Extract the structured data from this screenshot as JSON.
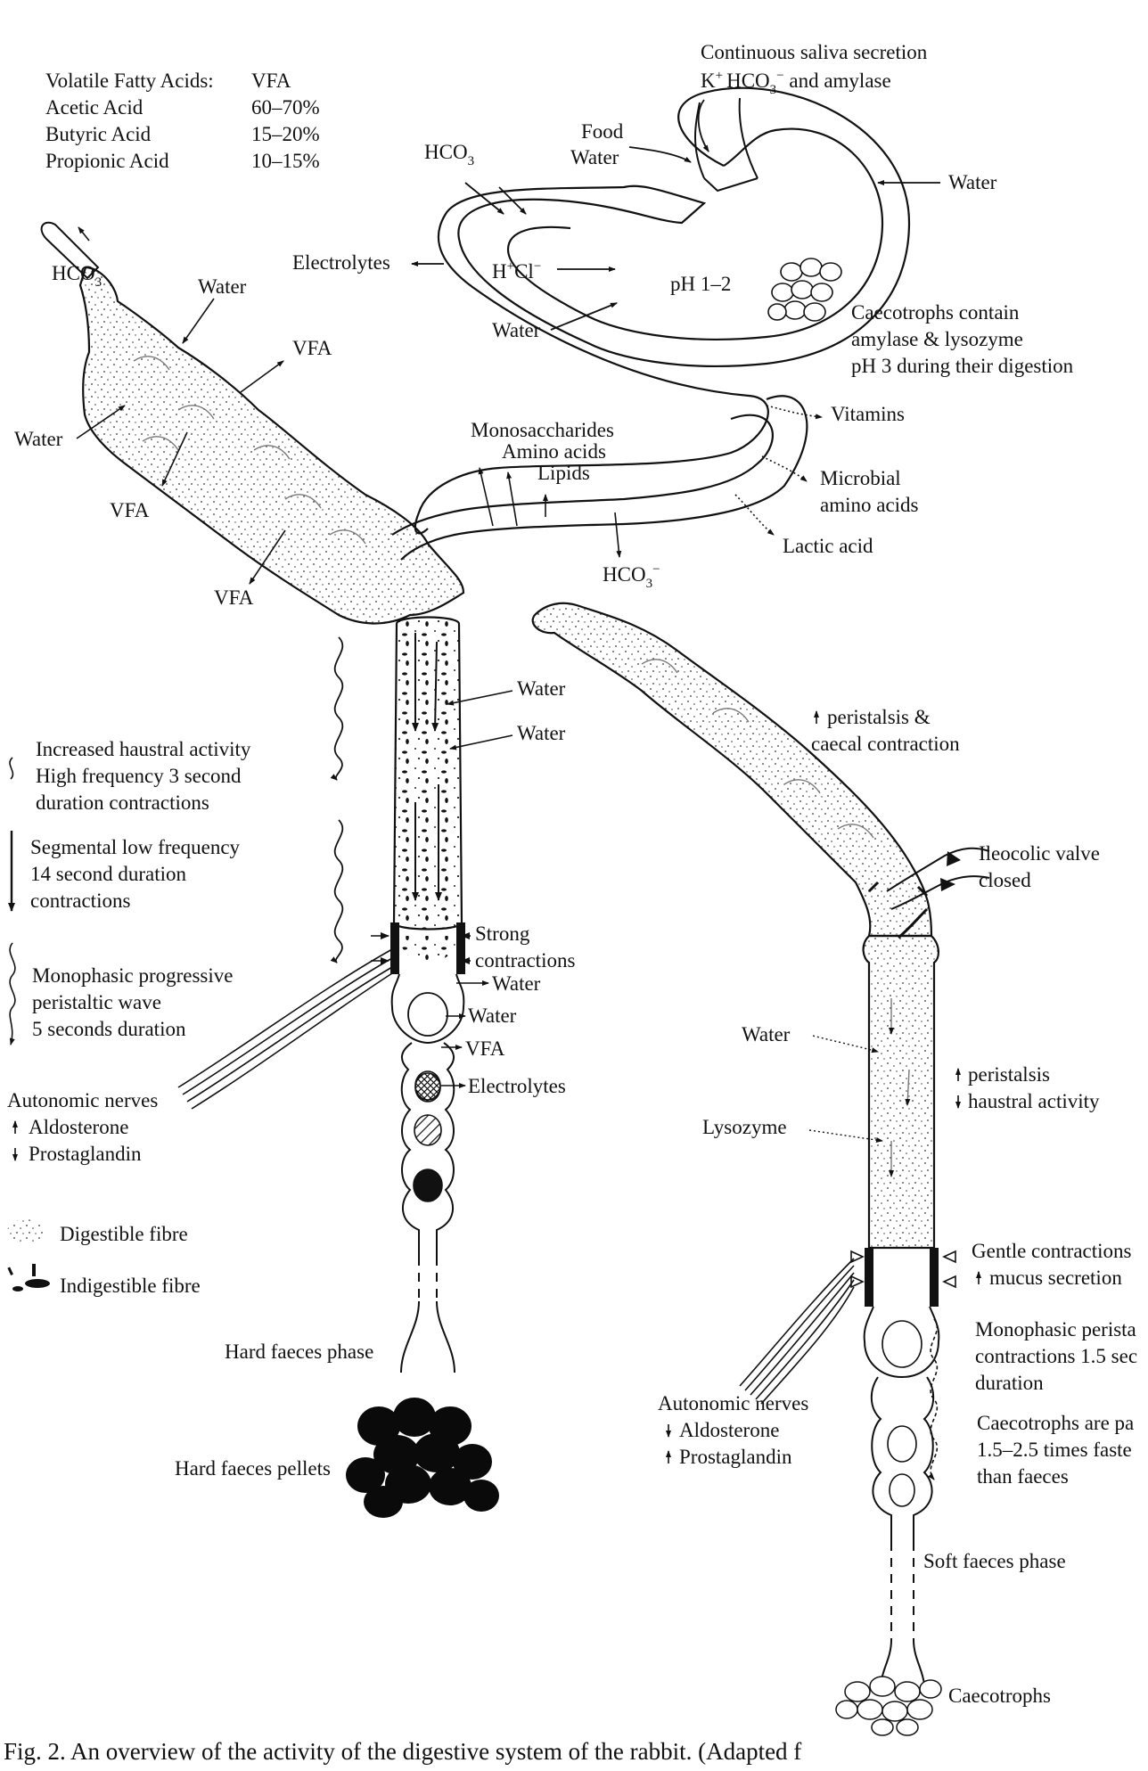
{
  "vfa_table": {
    "header_name": "Volatile Fatty Acids:",
    "header_value": "VFA",
    "rows": [
      {
        "name": "Acetic Acid",
        "value": "60–70%"
      },
      {
        "name": "Butyric Acid",
        "value": "15–20%"
      },
      {
        "name": "Propionic Acid",
        "value": "10–15%"
      }
    ]
  },
  "stomach": {
    "saliva_line1": "Continuous saliva secretion",
    "saliva_line2_k": "K",
    "saliva_line2_plus": "+",
    "saliva_line2_hco": "HCO",
    "saliva_line2_sub": "3",
    "saliva_line2_minus": "−",
    "saliva_line2_rest": " and amylase",
    "food": "Food",
    "water_in": "Water",
    "hco3": "HCO",
    "hco3_sub": "3",
    "water_right": "Water",
    "electrolytes": "Electrolytes",
    "hcl_h": "H",
    "hcl_plus": "+",
    "hcl_cl": "Cl",
    "hcl_minus": "−",
    "ph": "pH 1–2",
    "water_inner": "Water",
    "caeco_line1": "Caecotrophs contain",
    "caeco_line2": "amylase & lysozyme",
    "caeco_line3": "pH 3 during their digestion"
  },
  "small_intestine": {
    "vitamins": "Vitamins",
    "monosaccharides": "Monosaccharides",
    "amino_acids": "Amino acids",
    "lipids": "Lipids",
    "microbial_line1": "Microbial",
    "microbial_line2": "amino acids",
    "lactic": "Lactic acid",
    "hco3": "HCO",
    "hco3_sub": "3",
    "hco3_minus": "−"
  },
  "caecum_left": {
    "hco3_tip": "HCO",
    "hco3_tip_sub": "3",
    "water_top": "Water",
    "vfa_1": "VFA",
    "water_left": "Water",
    "vfa_2": "VFA",
    "vfa_3": "VFA"
  },
  "colon_left": {
    "water_1": "Water",
    "water_2": "Water",
    "strong_line1": "Strong",
    "strong_line2": "contractions",
    "water_3": "Water",
    "water_4": "Water",
    "vfa": "VFA",
    "electrolytes": "Electrolytes",
    "hard_phase": "Hard faeces phase",
    "hard_pellets": "Hard faeces pellets"
  },
  "legend_left": {
    "haustral_line1": "Increased haustral activity",
    "haustral_line2": "High frequency 3 second",
    "haustral_line3": "duration contractions",
    "segmental_line1": "Segmental low frequency",
    "segmental_line2": "14 second duration",
    "segmental_line3": "contractions",
    "mono_line1": "Monophasic progressive",
    "mono_line2": "peristaltic wave",
    "mono_line3": "5 seconds duration",
    "autonomic": "Autonomic nerves",
    "aldosterone": "Aldosterone",
    "prostaglandin": "Prostaglandin",
    "digestible": "Digestible fibre",
    "indigestible": "Indigestible fibre"
  },
  "right_side": {
    "peristalsis_top_line1": "peristalsis &",
    "peristalsis_top_line2": "caecal contraction",
    "ileocolic_line1": "Ileocolic valve",
    "ileocolic_line2": "closed",
    "water": "Water",
    "peristalsis_mid": "peristalsis",
    "haustral_mid": "haustral activity",
    "lysozyme": "Lysozyme",
    "gentle_line1": "Gentle contractions",
    "gentle_line2": "mucus secretion",
    "mono_line1": "Monophasic perista",
    "mono_line2": "contractions 1.5 sec",
    "mono_line3": "duration",
    "caeco_line1": "Caecotrophs are pa",
    "caeco_line2": "1.5–2.5 times faste",
    "caeco_line3": "than faeces",
    "autonomic": "Autonomic nerves",
    "aldosterone": "Aldosterone",
    "prostaglandin": "Prostaglandin",
    "soft_phase": "Soft faeces phase",
    "caecotrophs": "Caecotrophs"
  },
  "caption": {
    "text": "Fig. 2. An overview of the activity of the digestive system of the rabbit. (Adapted f"
  }
}
